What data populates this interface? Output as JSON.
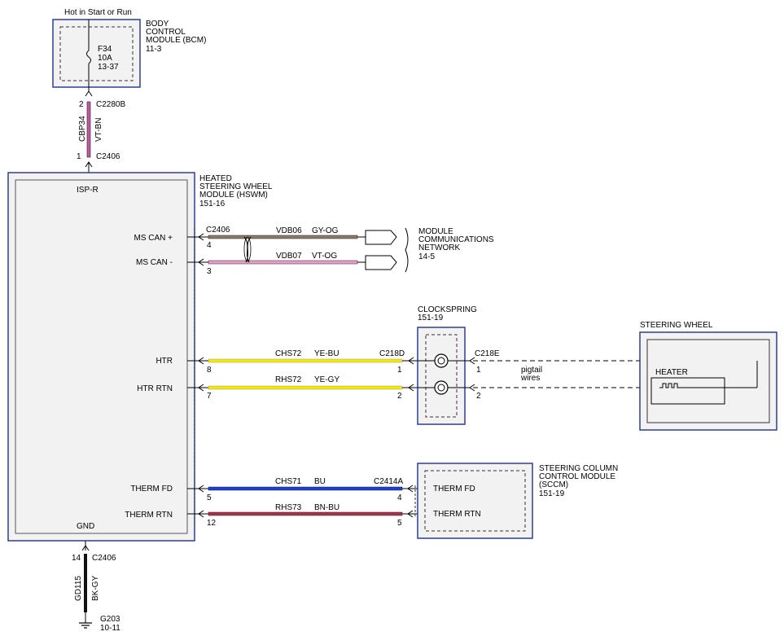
{
  "power": {
    "hot_label": "Hot in Start or Run",
    "fuse": {
      "name": "F34",
      "rating": "10A",
      "ref": "13-37"
    }
  },
  "bcm": {
    "line1": "BODY",
    "line2": "CONTROL",
    "line3": "MODULE (BCM)",
    "ref": "11-3"
  },
  "feed_wire": {
    "top_pin": "2",
    "top_connector": "C2280B",
    "circuit": "CBP34",
    "color": "VT-BN",
    "bottom_pin": "1",
    "bottom_connector": "C2406"
  },
  "hswm": {
    "line1": "HEATED",
    "line2": "STEERING WHEEL",
    "line3": "MODULE (HSWM)",
    "ref": "151-16",
    "pins": {
      "isp": "ISP-R",
      "ms_can_plus": "MS CAN +",
      "ms_can_minus": "MS CAN -",
      "htr": "HTR",
      "htr_rtn": "HTR RTN",
      "therm_fd": "THERM FD",
      "therm_rtn": "THERM RTN",
      "gnd": "GND"
    }
  },
  "can_bus": {
    "connector": "C2406",
    "plus": {
      "pin": "4",
      "circuit": "VDB06",
      "color": "GY-OG"
    },
    "minus": {
      "pin": "3",
      "circuit": "VDB07",
      "color": "VT-OG"
    },
    "network": {
      "line1": "MODULE",
      "line2": "COMMUNICATIONS",
      "line3": "NETWORK",
      "ref": "14-5"
    }
  },
  "heater_wires": {
    "htr": {
      "pin": "8",
      "circuit": "CHS72",
      "color": "YE-BU",
      "connector": "C218D",
      "cs_pin": "1"
    },
    "rtn": {
      "pin": "7",
      "circuit": "RHS72",
      "color": "YE-GY",
      "cs_pin": "2"
    }
  },
  "clockspring": {
    "name": "CLOCKSPRING",
    "ref": "151-19"
  },
  "pigtail": {
    "connector": "C218E",
    "pin1": "1",
    "pin2": "2",
    "line1": "pigtail",
    "line2": "wires"
  },
  "steering_wheel": {
    "name": "STEERING WHEEL",
    "heater": "HEATER"
  },
  "therm_wires": {
    "fd": {
      "pin": "5",
      "circuit": "CHS71",
      "color": "BU",
      "connector": "C2414A",
      "sccm_pin": "4"
    },
    "rtn": {
      "pin": "12",
      "circuit": "RHS73",
      "color": "BN-BU",
      "sccm_pin": "5"
    }
  },
  "sccm": {
    "line1": "STEERING COLUMN",
    "line2": "CONTROL MODULE",
    "line3": "(SCCM)",
    "ref": "151-19",
    "pin_fd": "THERM FD",
    "pin_rtn": "THERM RTN"
  },
  "ground": {
    "pin": "14",
    "connector": "C2406",
    "circuit": "GD115",
    "color": "BK-GY",
    "point": "G203",
    "ref": "10-11"
  },
  "colors": {
    "module_border": "#2f3f8f",
    "module_fill": "#f2f2f2",
    "gy_og": "#8a7a66",
    "vt_og": "#e79fca",
    "vt_bn": "#c05aa0",
    "ye": "#f4ea00",
    "bu": "#1a3fd6",
    "bn_bu": "#b0304a",
    "bk": "#111111"
  }
}
